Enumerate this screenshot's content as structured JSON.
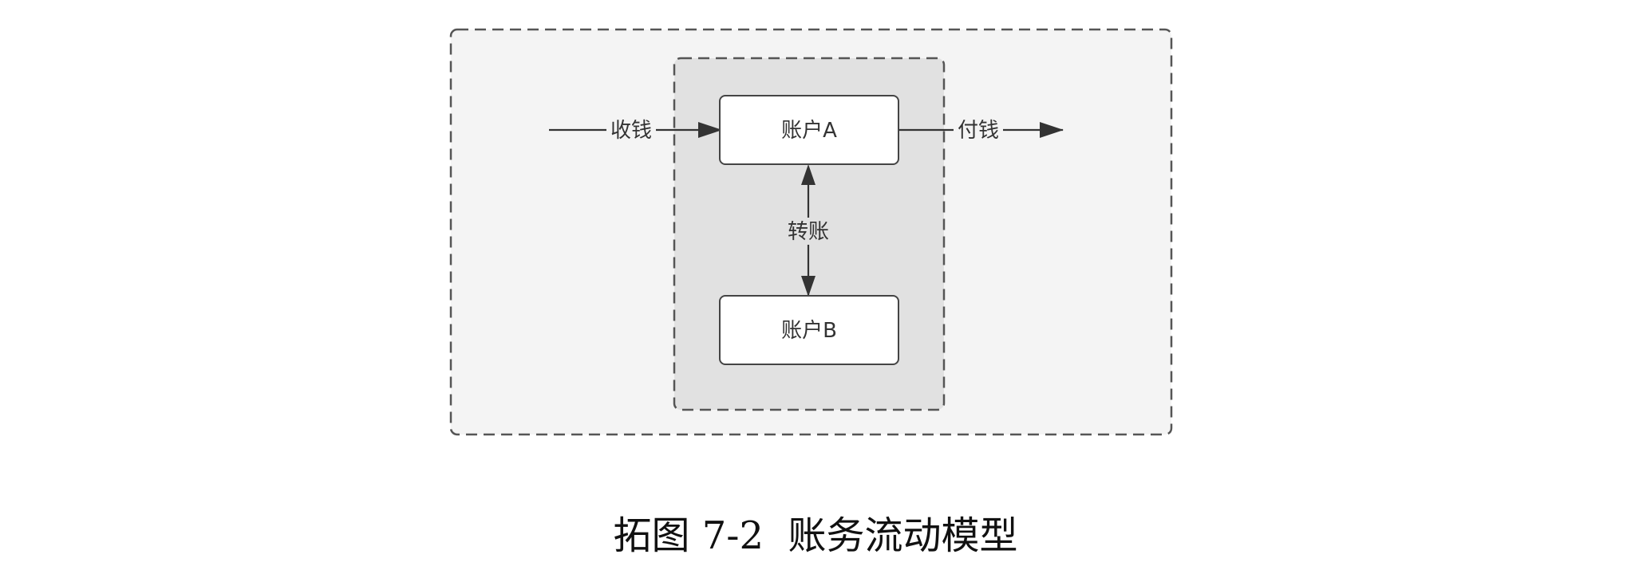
{
  "diagram": {
    "nodes": {
      "account_a": "账户A",
      "account_b": "账户B"
    },
    "edges": {
      "receive": "收钱",
      "pay": "付钱",
      "transfer": "转账"
    }
  },
  "caption": "拓图 7-2  账务流动模型",
  "colors": {
    "outer_boundary_fill": "#f4f4f4",
    "inner_boundary_fill": "#e1e1e1",
    "node_fill": "#ffffff",
    "line": "#333333"
  }
}
